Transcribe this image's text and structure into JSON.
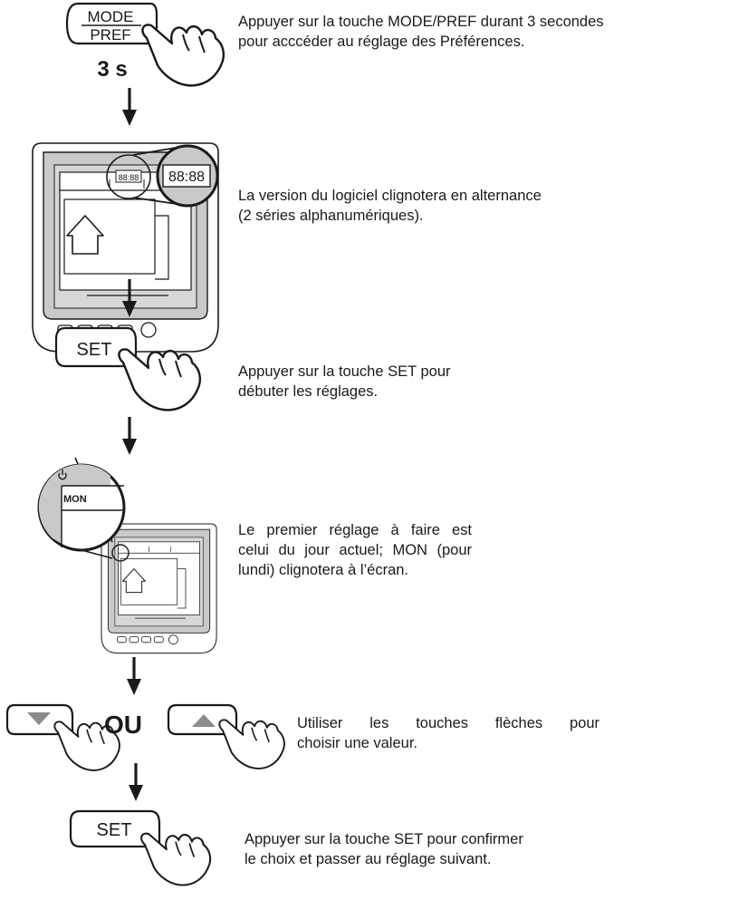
{
  "steps": [
    {
      "key": "mode_pref",
      "button_label_line1": "MODE",
      "button_label_line2": "PREF",
      "duration": "3 s",
      "text_lines": [
        "Appuyer sur la touche MODE/PREF durant 3 secondes",
        "pour acccéder au réglage des Préférences."
      ]
    },
    {
      "key": "version",
      "display_value": "88:88",
      "text_lines": [
        "La version du logiciel clignotera en alternance",
        "(2 séries alphanumériques)."
      ]
    },
    {
      "key": "set_start",
      "button_label": "SET",
      "text_lines": [
        "Appuyer sur la touche SET pour",
        "débuter les réglages."
      ]
    },
    {
      "key": "day",
      "display_value": "MON",
      "text_lines": [
        "Le premier réglage à faire est",
        "celui du jour actuel; MON (pour",
        "lundi) clignotera à l’écran."
      ]
    },
    {
      "key": "arrows",
      "or_label": "OU",
      "text_lines": [
        "Utiliser les touches flèches pour",
        "choisir une valeur."
      ]
    },
    {
      "key": "set_confirm",
      "button_label": "SET",
      "text_lines": [
        "Appuyer sur la touche SET pour confirmer",
        "le choix et passer au réglage suivant."
      ]
    }
  ],
  "colors": {
    "ink": "#1a1a1a",
    "panel_gray": "#c9c9c9",
    "screen_bg": "#ffffff",
    "arrow_gray": "#8c8c8c"
  },
  "icons": [
    "hand-press-icon",
    "house-icon",
    "power-icon",
    "arrow-down-icon",
    "triangle-down-icon",
    "triangle-up-icon"
  ]
}
